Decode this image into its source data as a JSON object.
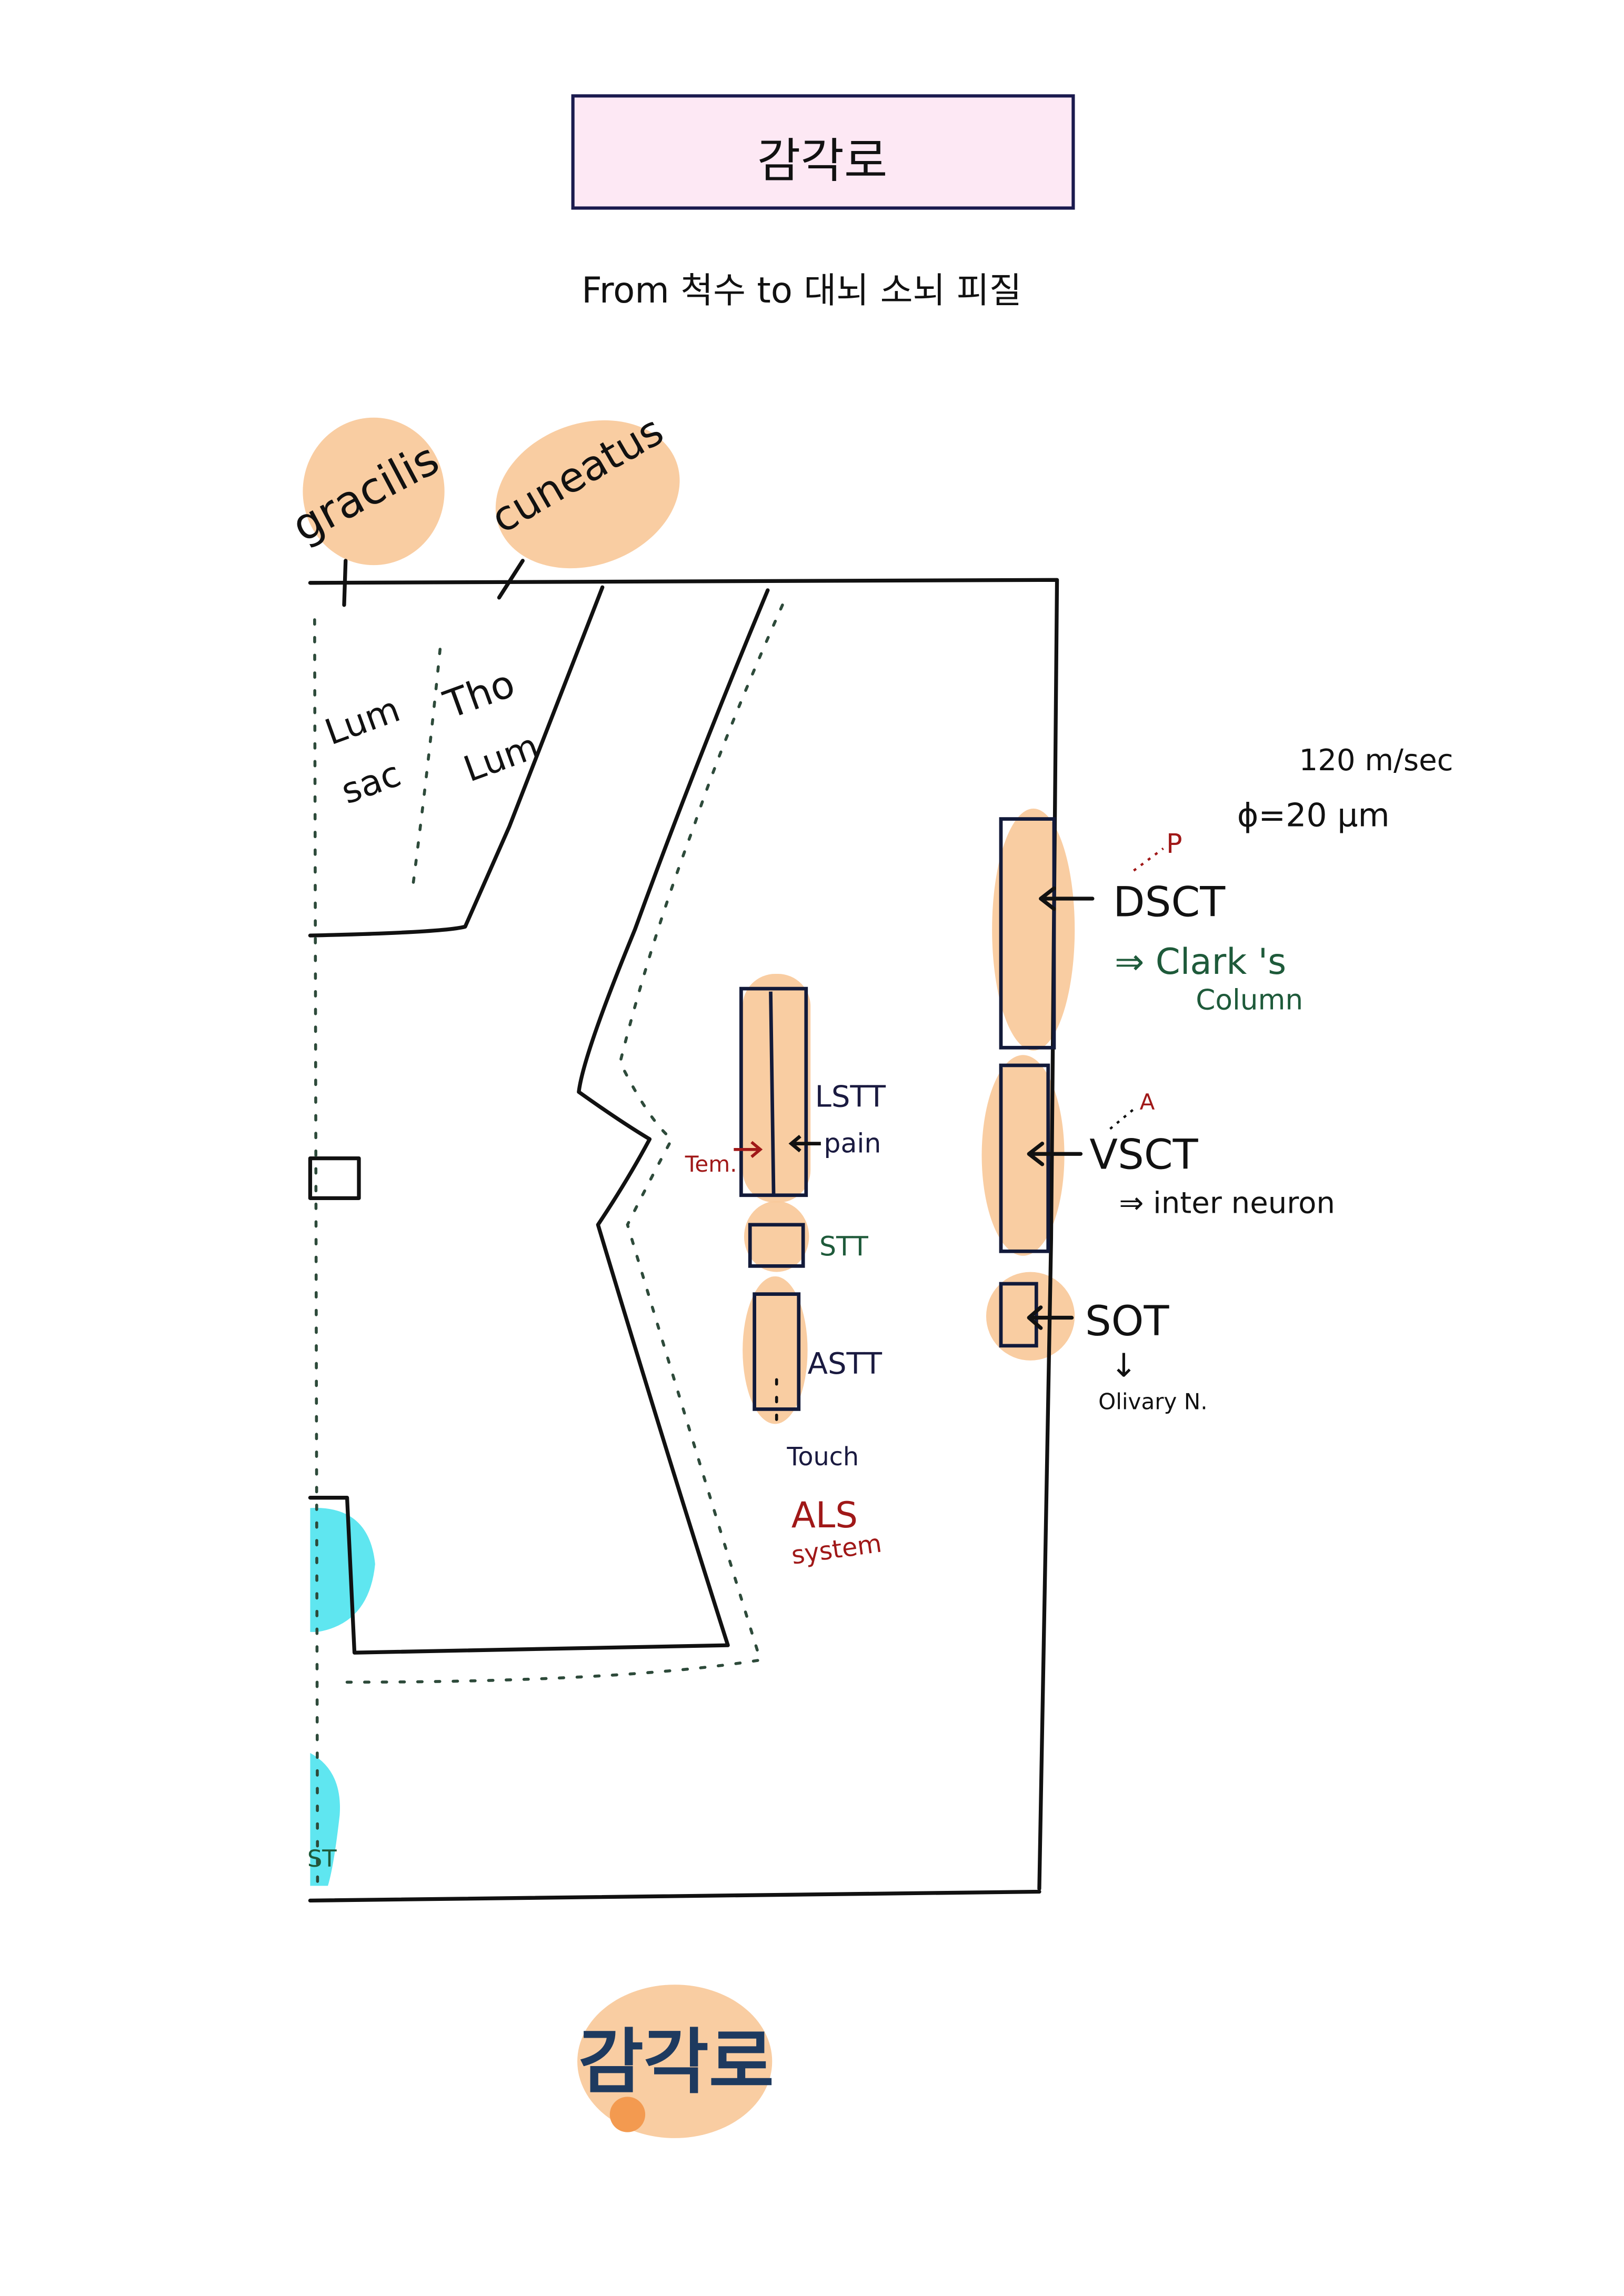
{
  "header": {
    "title": "감각로",
    "subtitle": "From 척수 to  대뇌 소뇌 피질"
  },
  "diagram": {
    "dorsal_columns": {
      "gracilis": "gracilis",
      "cuneatus": "cuneatus",
      "gracilis_levels": [
        "Lum",
        "sac"
      ],
      "cuneatus_levels": [
        "Tho",
        "Lum"
      ]
    },
    "dorsal_tracts": {
      "conduction": "120 m/sec",
      "diameter": "ϕ=20 μm",
      "dsct_marker": "P",
      "dsct": "DSCT",
      "dsct_origin_line1": "⇒ Clark 's",
      "dsct_origin_line2": "Column",
      "vsct_marker": "A",
      "vsct": "VSCT",
      "vsct_origin": "⇒ inter neuron",
      "sot": "SOT",
      "sot_arrow": "↓",
      "sot_target": "Olivary N."
    },
    "spinothalamic": {
      "lstt": "LSTT",
      "pain": "pain",
      "temp": "Tem.",
      "stt": "STT",
      "astt": "ASTT",
      "touch": "Touch",
      "als_line1": "ALS",
      "als_line2": "system"
    },
    "clipped_label": "ST"
  },
  "footer": {
    "title": "감각로"
  },
  "colors": {
    "title_box_fill": "#fde8f4",
    "highlight_orange": "#f8c99a",
    "highlight_cyan": "#5fe6f0",
    "red_text": "#a01818",
    "green_text": "#1e5a3a",
    "footer_text": "#1e3a5f"
  }
}
